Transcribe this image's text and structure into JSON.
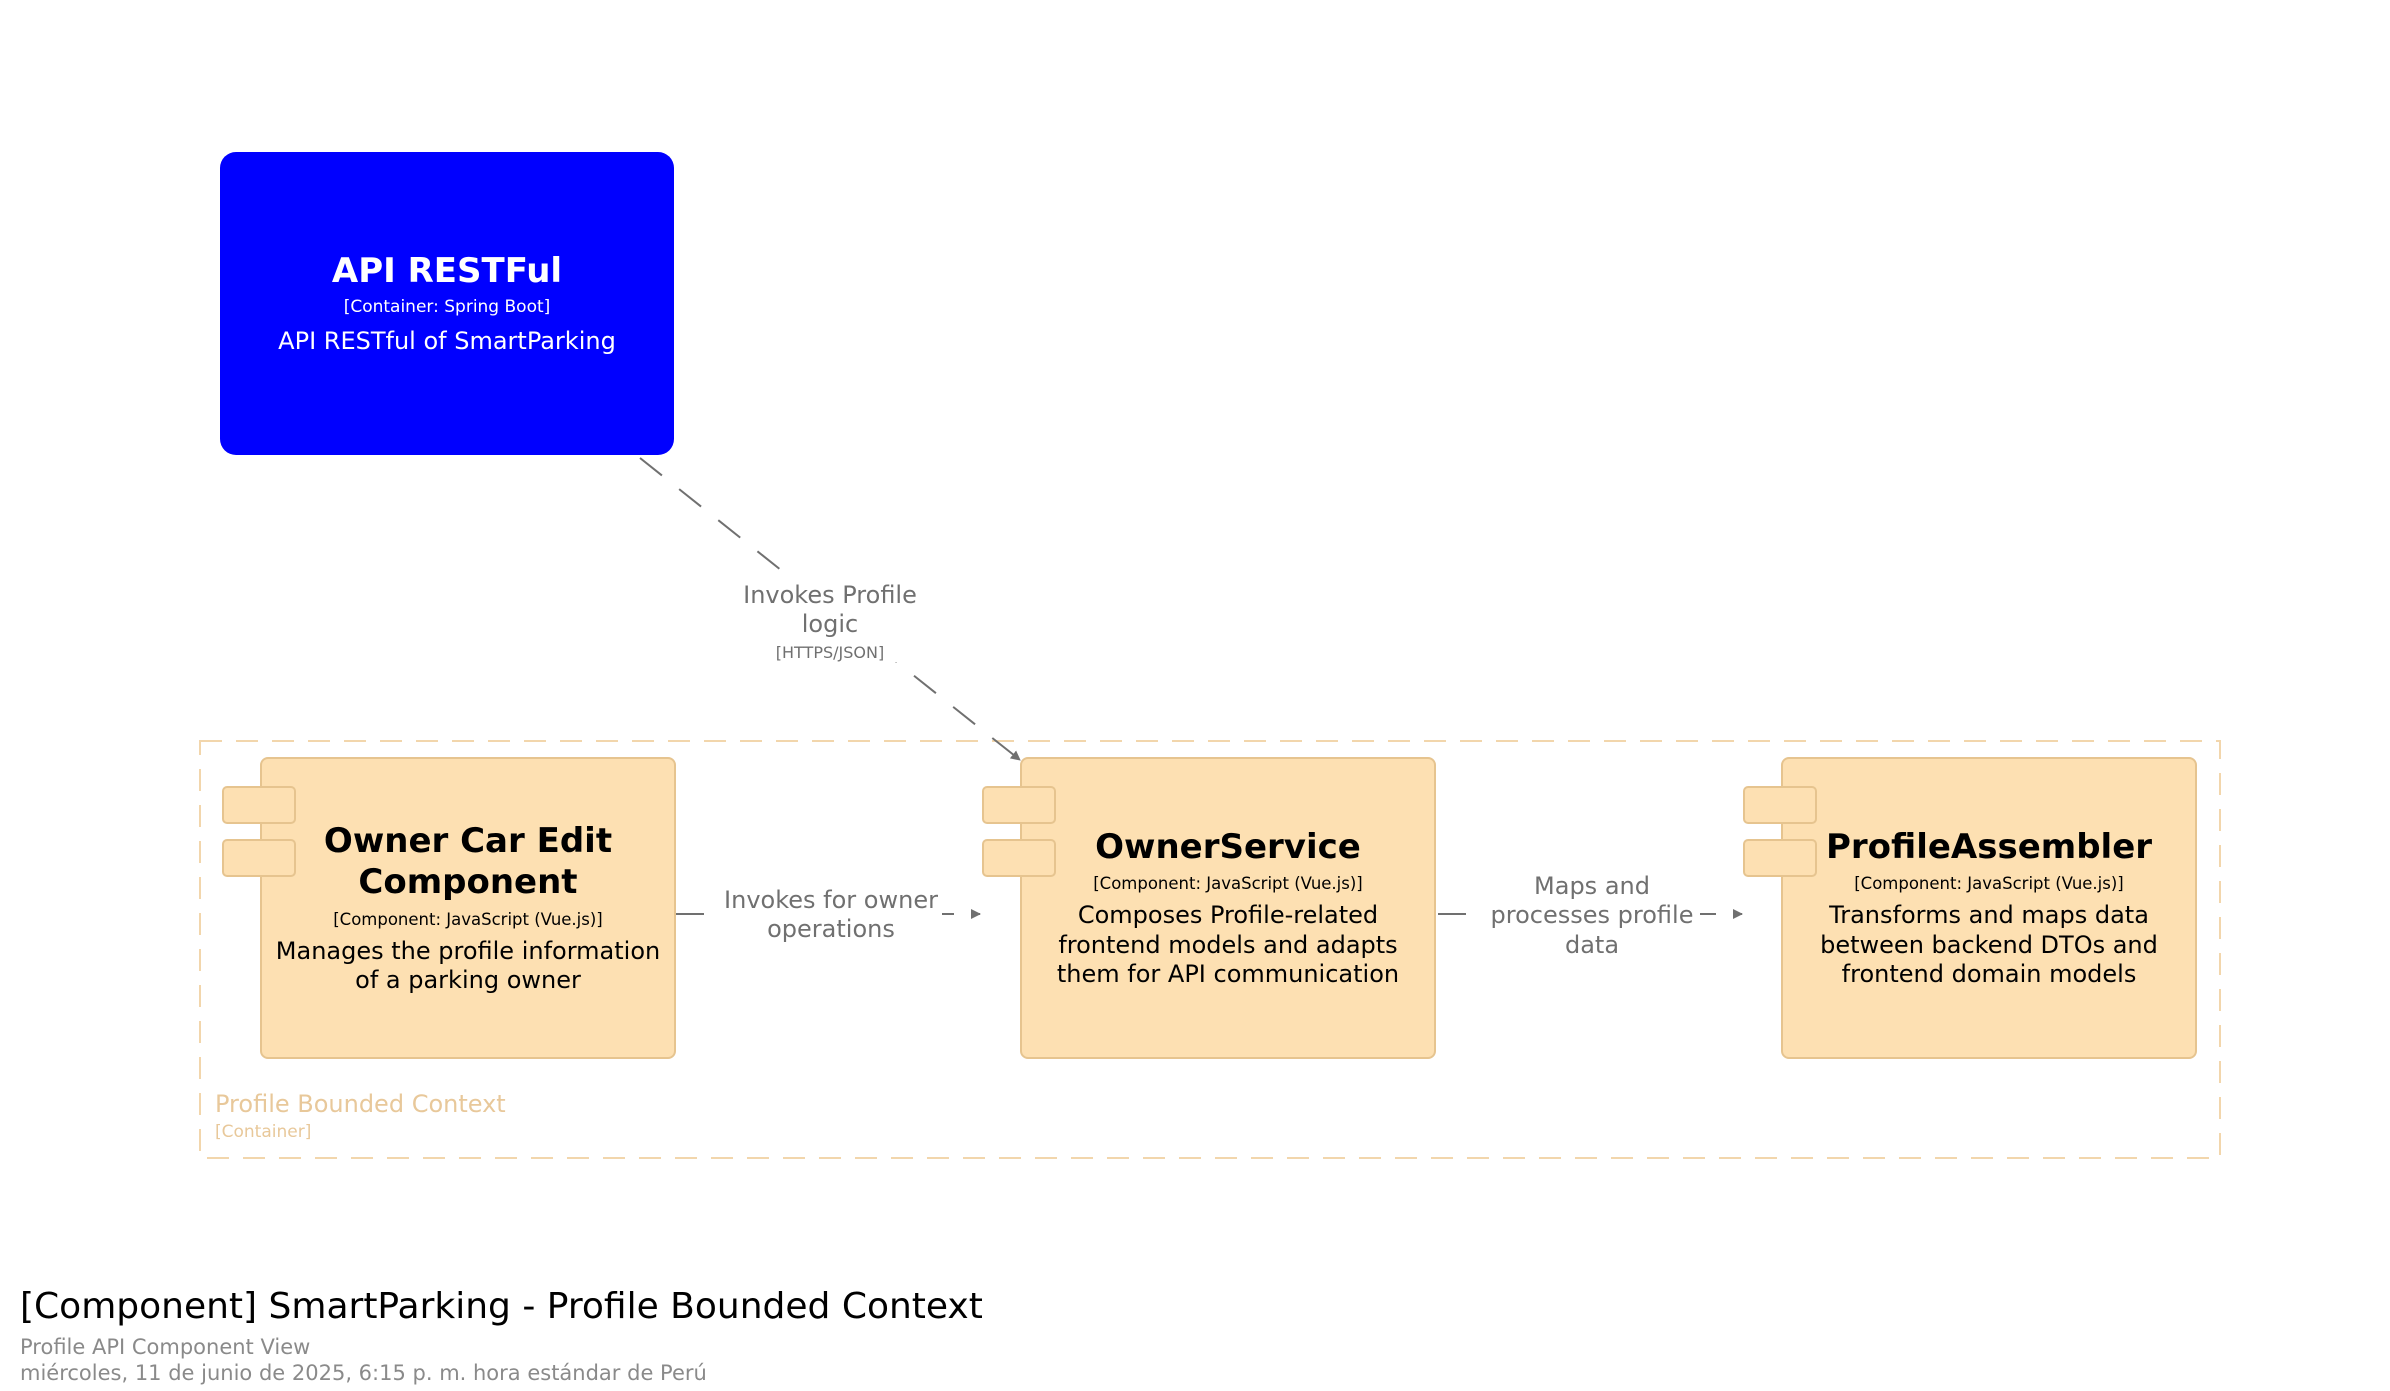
{
  "colors": {
    "container_fill": "#0000ff",
    "component_fill": "#fde0b2",
    "component_border": "#e6c48f",
    "boundary": "#f2d6ac",
    "arrow": "#707070"
  },
  "container": {
    "name": "API RESTFul",
    "technology": "[Container: Spring Boot]",
    "description": "API RESTful of SmartParking"
  },
  "components": [
    {
      "name": "Owner Car Edit Component",
      "technology": "[Component: JavaScript (Vue.js)]",
      "description": "Manages the profile information of a parking owner"
    },
    {
      "name": "OwnerService",
      "technology": "[Component: JavaScript (Vue.js)]",
      "description": "Composes Profile-related frontend models and adapts them for API communication"
    },
    {
      "name": "ProfileAssembler",
      "technology": "[Component: JavaScript (Vue.js)]",
      "description": "Transforms and maps data between backend DTOs and frontend domain models"
    }
  ],
  "relationships": [
    {
      "label": "Invokes Profile logic",
      "technology": "[HTTPS/JSON]"
    },
    {
      "label": "Invokes for owner operations",
      "technology": ""
    },
    {
      "label": "Maps and processes profile data",
      "technology": ""
    }
  ],
  "boundary": {
    "name": "Profile Bounded Context",
    "kind": "[Container]"
  },
  "footer": {
    "title": "[Component] SmartParking - Profile Bounded Context",
    "subtitle": "Profile API Component View",
    "date": "miércoles, 11 de junio de 2025, 6:15 p. m. hora estándar de Perú"
  }
}
